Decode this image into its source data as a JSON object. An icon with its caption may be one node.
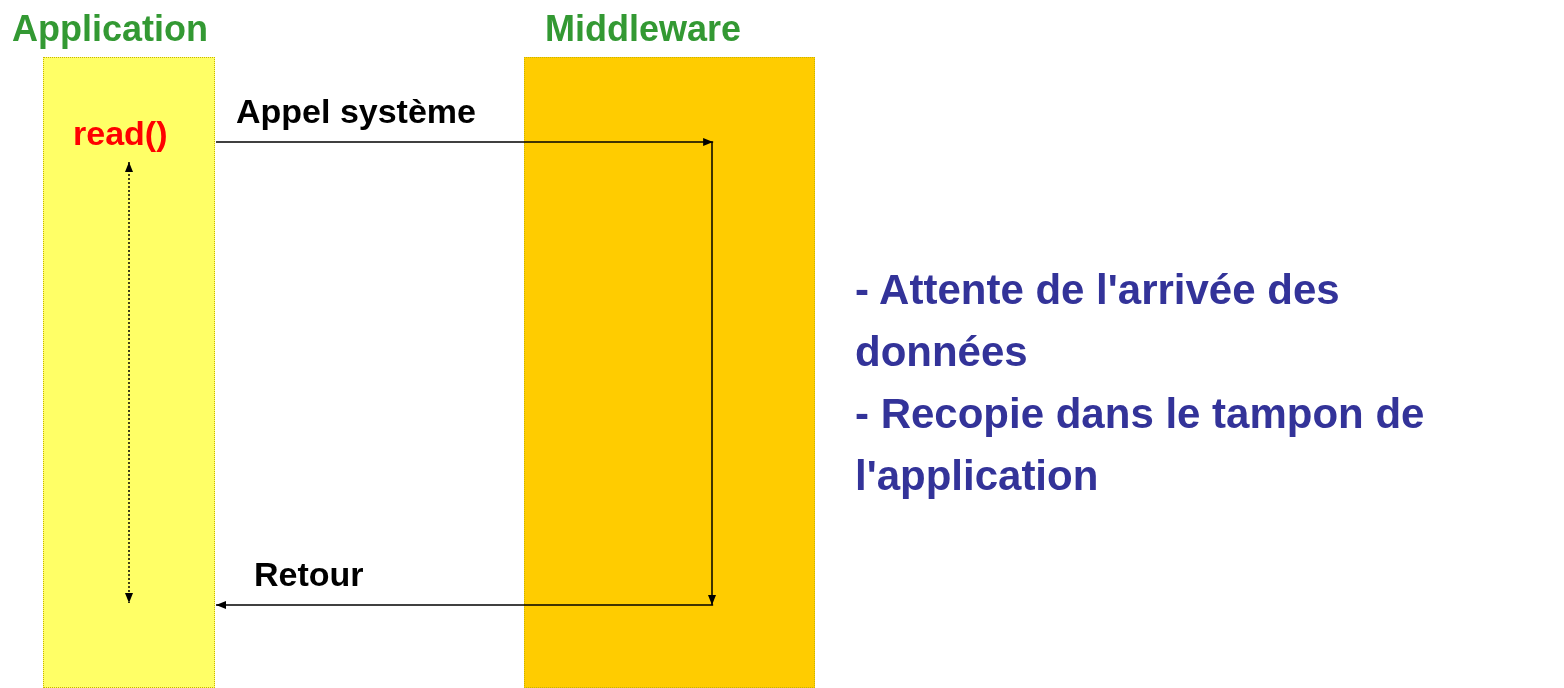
{
  "diagram": {
    "nodes": [
      {
        "text": [
          "Application"
        ]
      },
      {
        "text": [
          "Middleware"
        ]
      },
      {
        "text": [
          "read()"
        ],
        "in": 0
      }
    ],
    "edges": [
      {
        "from": 2,
        "to": 1,
        "arrow": "to",
        "label": "Appel système"
      },
      {
        "from": 1,
        "to": 0,
        "arrow": "to",
        "label": "Retour"
      }
    ],
    "labels": [
      "- Attente de l'arrivée des données",
      "- Recopie dans le tampon de l'application"
    ]
  }
}
